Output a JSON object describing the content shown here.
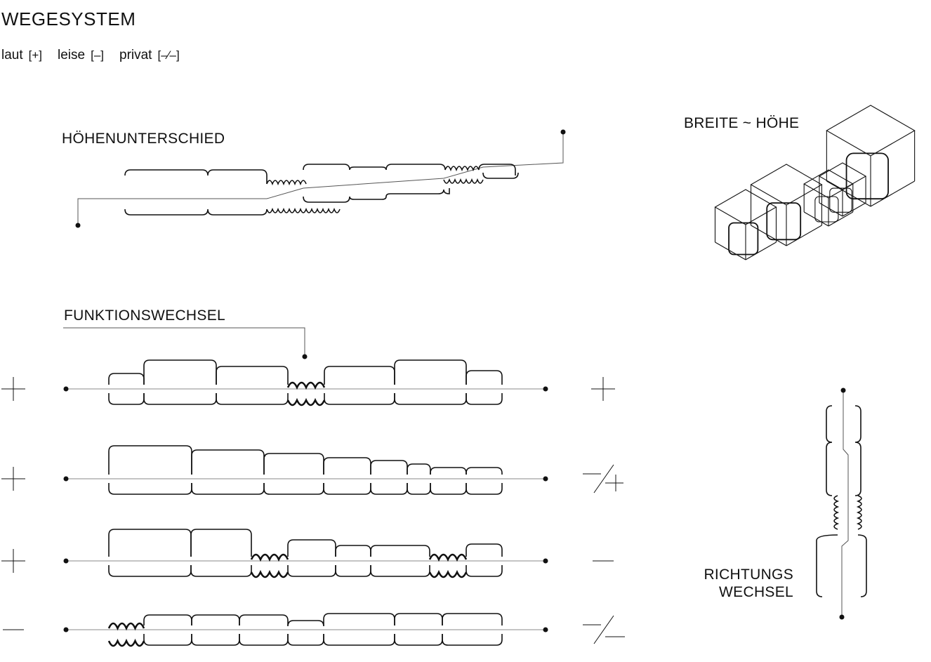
{
  "title": "WEGESYSTEM",
  "legend": [
    {
      "label": "laut",
      "symbol": "[+]"
    },
    {
      "label": "leise",
      "symbol": "[–]"
    },
    {
      "label": "privat",
      "symbol": "[–⁄–]"
    }
  ],
  "sections": {
    "hoehenunterschied": "HÖHENUNTERSCHIED",
    "breite_hoehe": "BREITE ~ HÖHE",
    "funktionswechsel": "FUNKTIONSWECHSEL",
    "richtungs_line1": "RICHTUNGS",
    "richtungs_line2": "WECHSEL"
  },
  "rows": [
    {
      "left": "+",
      "right": "+"
    },
    {
      "left": "+",
      "right": "–/+"
    },
    {
      "left": "+",
      "right": "–"
    },
    {
      "left": "–",
      "right": "–/–"
    }
  ],
  "colors": {
    "ink": "#111111",
    "line": "#777777"
  }
}
